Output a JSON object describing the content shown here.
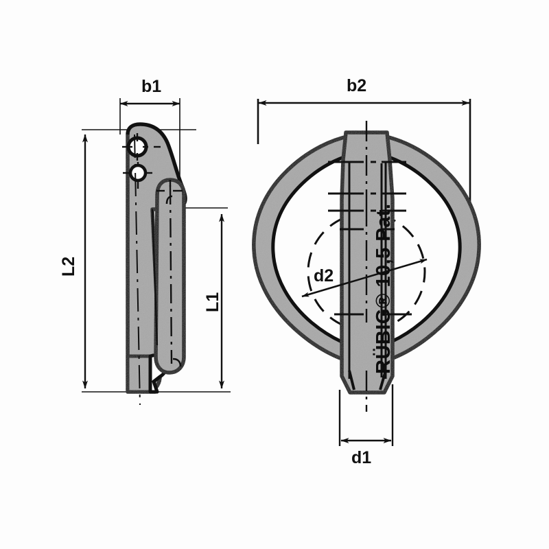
{
  "drawing": {
    "title": "Linch pin technical drawing",
    "background_color": "#fdfdfd",
    "line_color": "#111111",
    "fill_color": "#a8a8a8"
  },
  "dimensions": {
    "b1": "b1",
    "b2": "b2",
    "L1": "L1",
    "L2": "L2",
    "d1": "d1",
    "d2": "d2"
  },
  "markings": {
    "brand": "RÜBIG",
    "registered": "®",
    "size": "10,5",
    "patent": "Pat.",
    "full_text": "RÜBIG® 10,5 Pat."
  },
  "views": {
    "left": {
      "name": "side-view",
      "labels": [
        "b1",
        "L2",
        "L1"
      ]
    },
    "right": {
      "name": "front-view",
      "labels": [
        "b2",
        "d2",
        "d1"
      ]
    }
  }
}
